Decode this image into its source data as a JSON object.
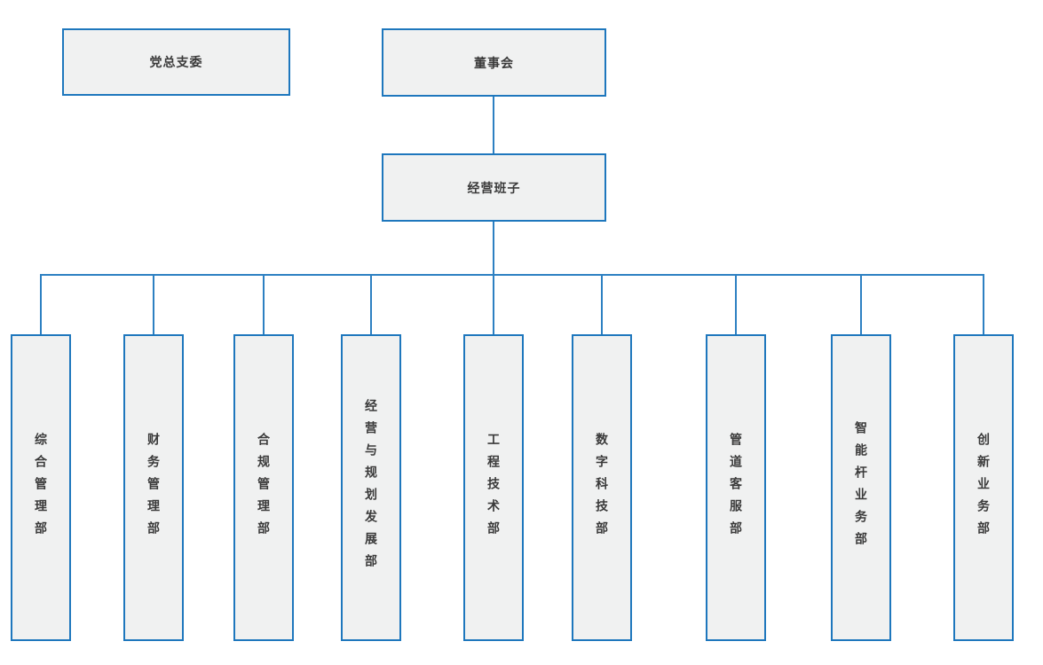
{
  "diagram": {
    "type": "org-chart",
    "background": "#ffffff",
    "colors": {
      "box_border": "#1e77bd",
      "box_fill": "#f0f1f1",
      "connector": "#2d80c2",
      "text": "#3a3a3a"
    },
    "nodes": {
      "party": "党总支委",
      "board": "董事会",
      "management": "经营班子"
    },
    "departments": [
      {
        "label": "综合管理部"
      },
      {
        "label": "财务管理部"
      },
      {
        "label": "合规管理部"
      },
      {
        "label": "经营与规划发展部"
      },
      {
        "label": "工程技术部"
      },
      {
        "label": "数字科技部"
      },
      {
        "label": "管道客服部"
      },
      {
        "label": "智能杆业务部"
      },
      {
        "label": "创新业务部"
      }
    ],
    "edges": [
      {
        "from": "董事会",
        "to": "经营班子"
      },
      {
        "from": "经营班子",
        "to": "综合管理部"
      },
      {
        "from": "经营班子",
        "to": "财务管理部"
      },
      {
        "from": "经营班子",
        "to": "合规管理部"
      },
      {
        "from": "经营班子",
        "to": "经营与规划发展部"
      },
      {
        "from": "经营班子",
        "to": "工程技术部"
      },
      {
        "from": "经营班子",
        "to": "数字科技部"
      },
      {
        "from": "经营班子",
        "to": "管道客服部"
      },
      {
        "from": "经营班子",
        "to": "智能杆业务部"
      },
      {
        "from": "经营班子",
        "to": "创新业务部"
      }
    ]
  }
}
